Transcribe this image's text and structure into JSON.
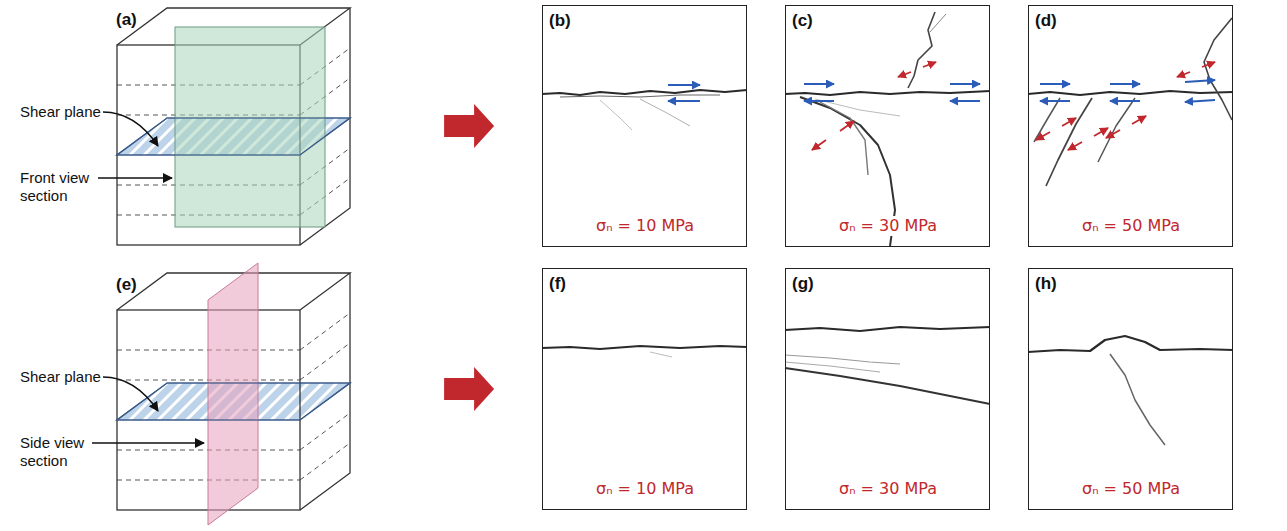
{
  "diagram": {
    "nodes": [
      {
        "text": [
          "(a)"
        ]
      },
      {
        "text": [
          "(b)",
          "σₙ = 10 MPa"
        ]
      },
      {
        "text": [
          "(c)",
          "σₙ = 30 MPa"
        ]
      },
      {
        "text": [
          "(d)",
          "σₙ = 50 MPa"
        ]
      },
      {
        "text": [
          "(e)"
        ]
      },
      {
        "text": [
          "(f)",
          "σₙ = 10 MPa"
        ]
      },
      {
        "text": [
          "(g)",
          "σₙ = 30 MPa"
        ]
      },
      {
        "text": [
          "(h)",
          "σₙ = 50 MPa"
        ]
      }
    ],
    "edges": [
      {
        "from": 0,
        "to": 1,
        "arrow": "to"
      },
      {
        "from": 4,
        "to": 5,
        "arrow": "to"
      }
    ],
    "labels": [
      "Shear plane",
      "Front view section",
      "Shear plane",
      "Side view section"
    ]
  }
}
